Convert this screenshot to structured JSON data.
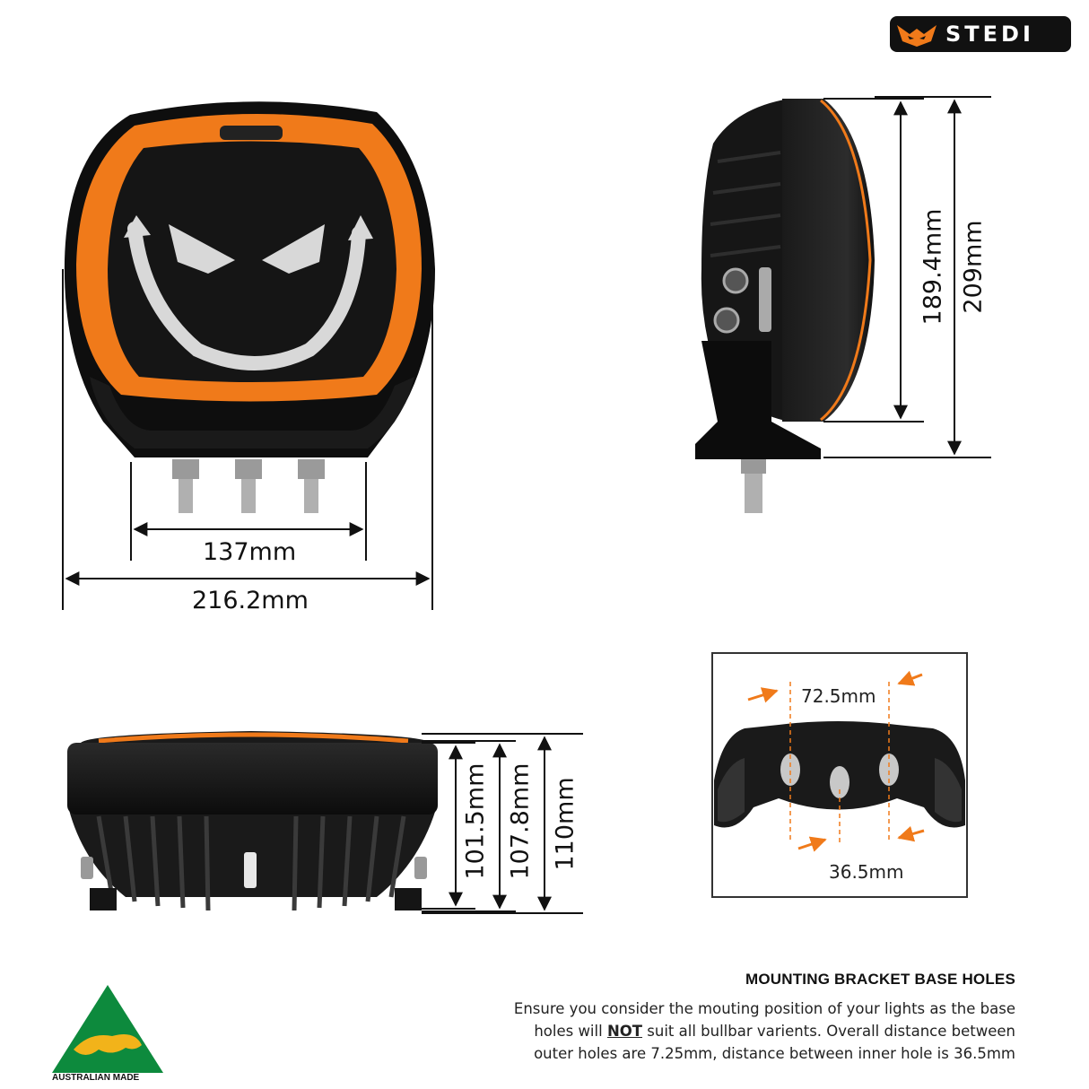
{
  "brand": {
    "name": "STEDI"
  },
  "front_view": {
    "bracket_width": "137mm",
    "overall_width": "216.2mm"
  },
  "side_view": {
    "lens_height": "189.4mm",
    "overall_height": "209mm"
  },
  "top_view": {
    "depth_a": "101.5mm",
    "depth_b": "107.8mm",
    "depth_c": "110mm"
  },
  "bracket_detail": {
    "outer_spacing": "72.5mm",
    "inner_spacing": "36.5mm"
  },
  "notes": {
    "title": "MOUNTING BRACKET BASE HOLES",
    "line1": "Ensure you consider the mouting position of your lights as the base",
    "line2_prefix": "holes will ",
    "line2_emphasis": "NOT",
    "line2_suffix": " suit all bullbar varients. Overall distance between",
    "line3": "outer holes are 7.25mm, distance between inner hole is 36.5mm"
  },
  "badge": {
    "label": "AUSTRALIAN MADE"
  },
  "colors": {
    "accent": "#f07a1a",
    "body": "#141414",
    "line": "#111111"
  }
}
